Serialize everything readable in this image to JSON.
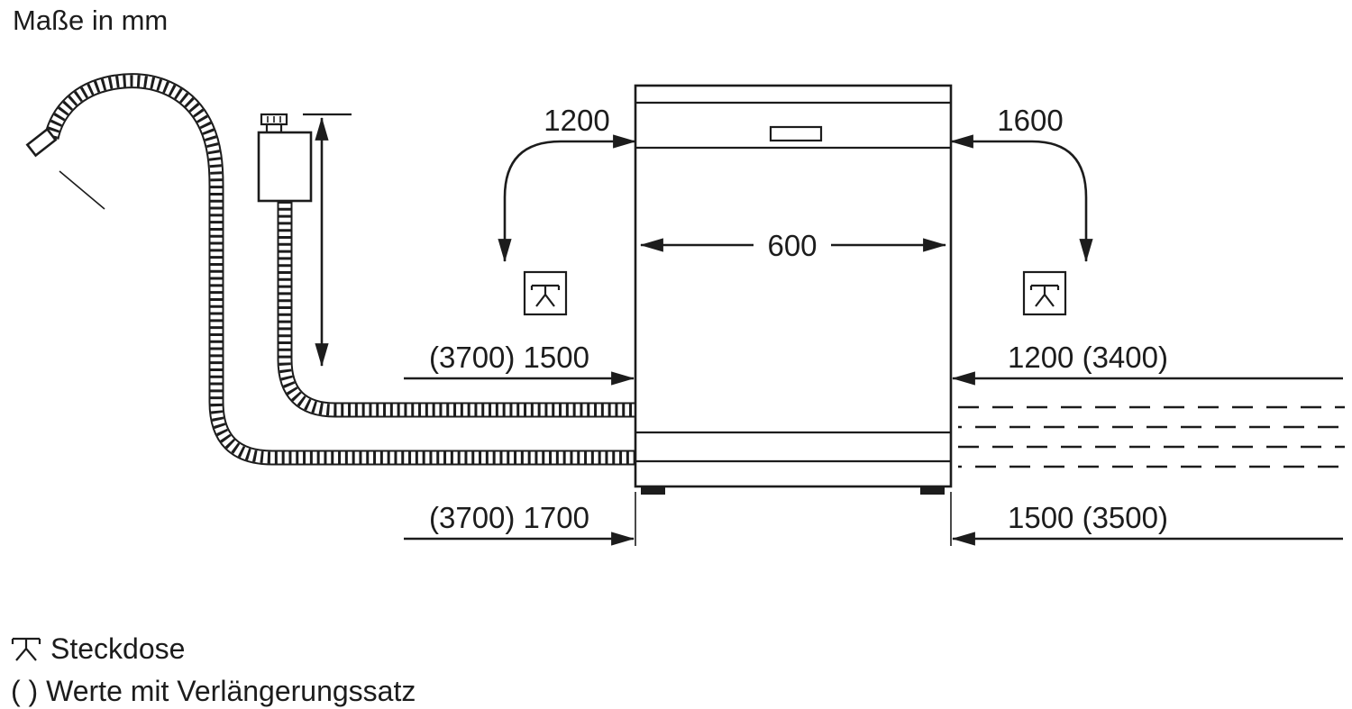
{
  "title": "Maße in mm",
  "colors": {
    "line": "#1c1c1c",
    "background": "#ffffff"
  },
  "dimensions": {
    "socket_height_left": "1200",
    "socket_height_right": "1600",
    "appliance_width": "600",
    "hose_upper_left": "(3700) 1500",
    "hose_upper_right": "1200 (3400)",
    "hose_lower_left": "(3700) 1700",
    "hose_lower_right": "1500 (3500)"
  },
  "legend": {
    "socket": "Steckdose",
    "extension_note": "( ) Werte mit Verlängerungssatz"
  }
}
